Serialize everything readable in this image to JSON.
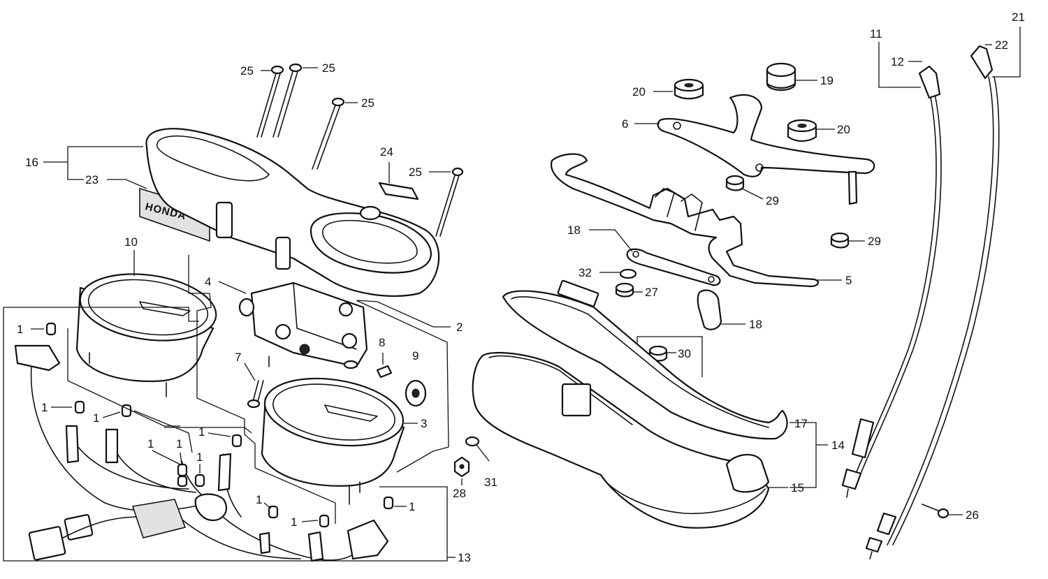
{
  "diagram": {
    "brand_mark": "HONDA",
    "callouts": [
      {
        "id": "c1a",
        "text": "1"
      },
      {
        "id": "c1b",
        "text": "1"
      },
      {
        "id": "c1c",
        "text": "1"
      },
      {
        "id": "c1d",
        "text": "1"
      },
      {
        "id": "c1e",
        "text": "1"
      },
      {
        "id": "c1f",
        "text": "1"
      },
      {
        "id": "c1g",
        "text": "1"
      },
      {
        "id": "c1h",
        "text": "1"
      },
      {
        "id": "c1i",
        "text": "1"
      },
      {
        "id": "c1j",
        "text": "1"
      },
      {
        "id": "c2",
        "text": "2"
      },
      {
        "id": "c3",
        "text": "3"
      },
      {
        "id": "c4",
        "text": "4"
      },
      {
        "id": "c5",
        "text": "5"
      },
      {
        "id": "c6",
        "text": "6"
      },
      {
        "id": "c7",
        "text": "7"
      },
      {
        "id": "c8",
        "text": "8"
      },
      {
        "id": "c9",
        "text": "9"
      },
      {
        "id": "c10",
        "text": "10"
      },
      {
        "id": "c11",
        "text": "11"
      },
      {
        "id": "c12",
        "text": "12"
      },
      {
        "id": "c13",
        "text": "13"
      },
      {
        "id": "c14",
        "text": "14"
      },
      {
        "id": "c15",
        "text": "15"
      },
      {
        "id": "c16",
        "text": "16"
      },
      {
        "id": "c17",
        "text": "17"
      },
      {
        "id": "c18a",
        "text": "18"
      },
      {
        "id": "c18b",
        "text": "18"
      },
      {
        "id": "c19",
        "text": "19"
      },
      {
        "id": "c20a",
        "text": "20"
      },
      {
        "id": "c20b",
        "text": "20"
      },
      {
        "id": "c21",
        "text": "21"
      },
      {
        "id": "c22",
        "text": "22"
      },
      {
        "id": "c23",
        "text": "23"
      },
      {
        "id": "c24",
        "text": "24"
      },
      {
        "id": "c25a",
        "text": "25"
      },
      {
        "id": "c25b",
        "text": "25"
      },
      {
        "id": "c25c",
        "text": "25"
      },
      {
        "id": "c25d",
        "text": "25"
      },
      {
        "id": "c26",
        "text": "26"
      },
      {
        "id": "c27",
        "text": "27"
      },
      {
        "id": "c28",
        "text": "28"
      },
      {
        "id": "c29a",
        "text": "29"
      },
      {
        "id": "c29b",
        "text": "29"
      },
      {
        "id": "c30",
        "text": "30"
      },
      {
        "id": "c31",
        "text": "31"
      },
      {
        "id": "c32",
        "text": "32"
      }
    ]
  }
}
